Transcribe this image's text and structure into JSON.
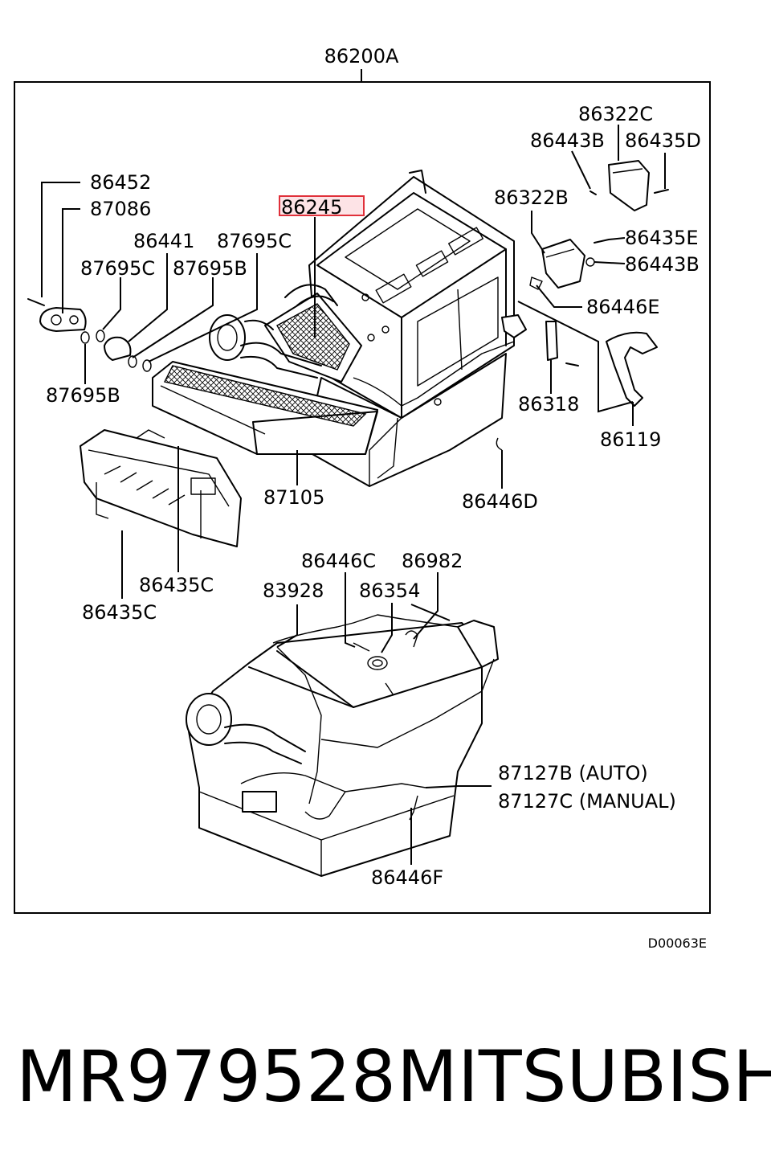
{
  "diagram": {
    "frame_label": "86200A",
    "highlighted_label": "86245",
    "figure_code": "D00063E",
    "labels": {
      "l86452": "86452",
      "l87086": "87086",
      "l86441": "86441",
      "l87695c_a": "87695C",
      "l87695c_b": "87695C",
      "l87695b_a": "87695B",
      "l87695b_b": "87695B",
      "l86322c": "86322C",
      "l86443b_a": "86443B",
      "l86435d": "86435D",
      "l86322b": "86322B",
      "l86435e": "86435E",
      "l86443b_b": "86443B",
      "l86446e": "86446E",
      "l86318": "86318",
      "l86119": "86119",
      "l87105": "87105",
      "l86446d": "86446D",
      "l86435c_a": "86435C",
      "l86435c_b": "86435C",
      "l86446c": "86446C",
      "l86982": "86982",
      "l83928": "83928",
      "l86354": "86354",
      "l87127b": "87127B (AUTO)",
      "l87127c": "87127C (MANUAL)",
      "l86446f": "86446F"
    }
  },
  "footer": {
    "part_number": "MR979528",
    "brand": "MITSUBISHI"
  },
  "colors": {
    "highlight_border": "#e0303a",
    "highlight_fill": "#fde3e6",
    "line": "#000000"
  }
}
